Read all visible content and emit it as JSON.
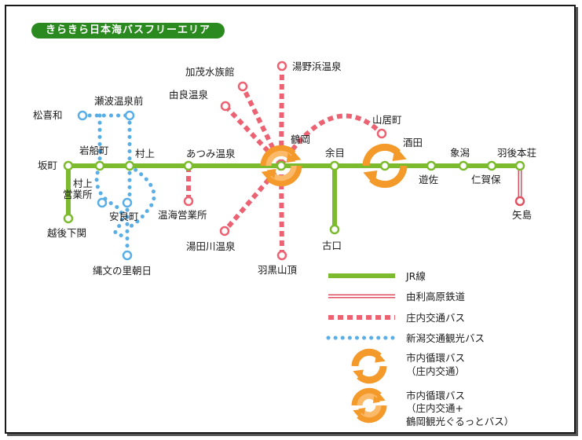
{
  "title": "きらきら日本海バスフリーエリア",
  "colors": {
    "jr": "#7cba2e",
    "yuri": "#e05060",
    "shonai": "#ec6272",
    "niigata": "#5aaee6",
    "loop": "#f39a2a"
  },
  "stations": {
    "sakamachi": "坂町",
    "iwafune": "岩船町",
    "murakami": "村上",
    "atsumi": "あつみ温泉",
    "tsuruoka": "鶴岡",
    "amarume": "余目",
    "sakata": "酒田",
    "yuza": "遊佐",
    "kisakata": "象潟",
    "nikaho": "仁賀保",
    "ugohonjo": "羽後本荘",
    "echigo": "越後下関",
    "furukuchi": "古口",
    "yashima": "矢島",
    "matsukiwa": "松喜和",
    "senami": "瀬波温泉前",
    "murakami_eigyo_1": "村上",
    "murakami_eigyo_2": "営業所",
    "annei": "安良町",
    "jomon": "縄文の里朝日",
    "kamo": "加茂水族館",
    "yura": "由良温泉",
    "yunohama": "湯野浜温泉",
    "sankyo": "山居町",
    "atsumi_eigyo": "温海営業所",
    "yutagawa": "湯田川温泉",
    "haguro": "羽黒山頂"
  },
  "legend": {
    "jr": "JR線",
    "yuri": "由利高原鉄道",
    "shonai": "庄内交通バス",
    "niigata": "新潟交通観光バス",
    "loop1_line1": "市内循環バス",
    "loop1_line2": "（庄内交通）",
    "loop2_line1": "市内循環バス",
    "loop2_line2": "（庄内交通+",
    "loop2_line3": "鶴岡観光ぐるっとバス）"
  }
}
